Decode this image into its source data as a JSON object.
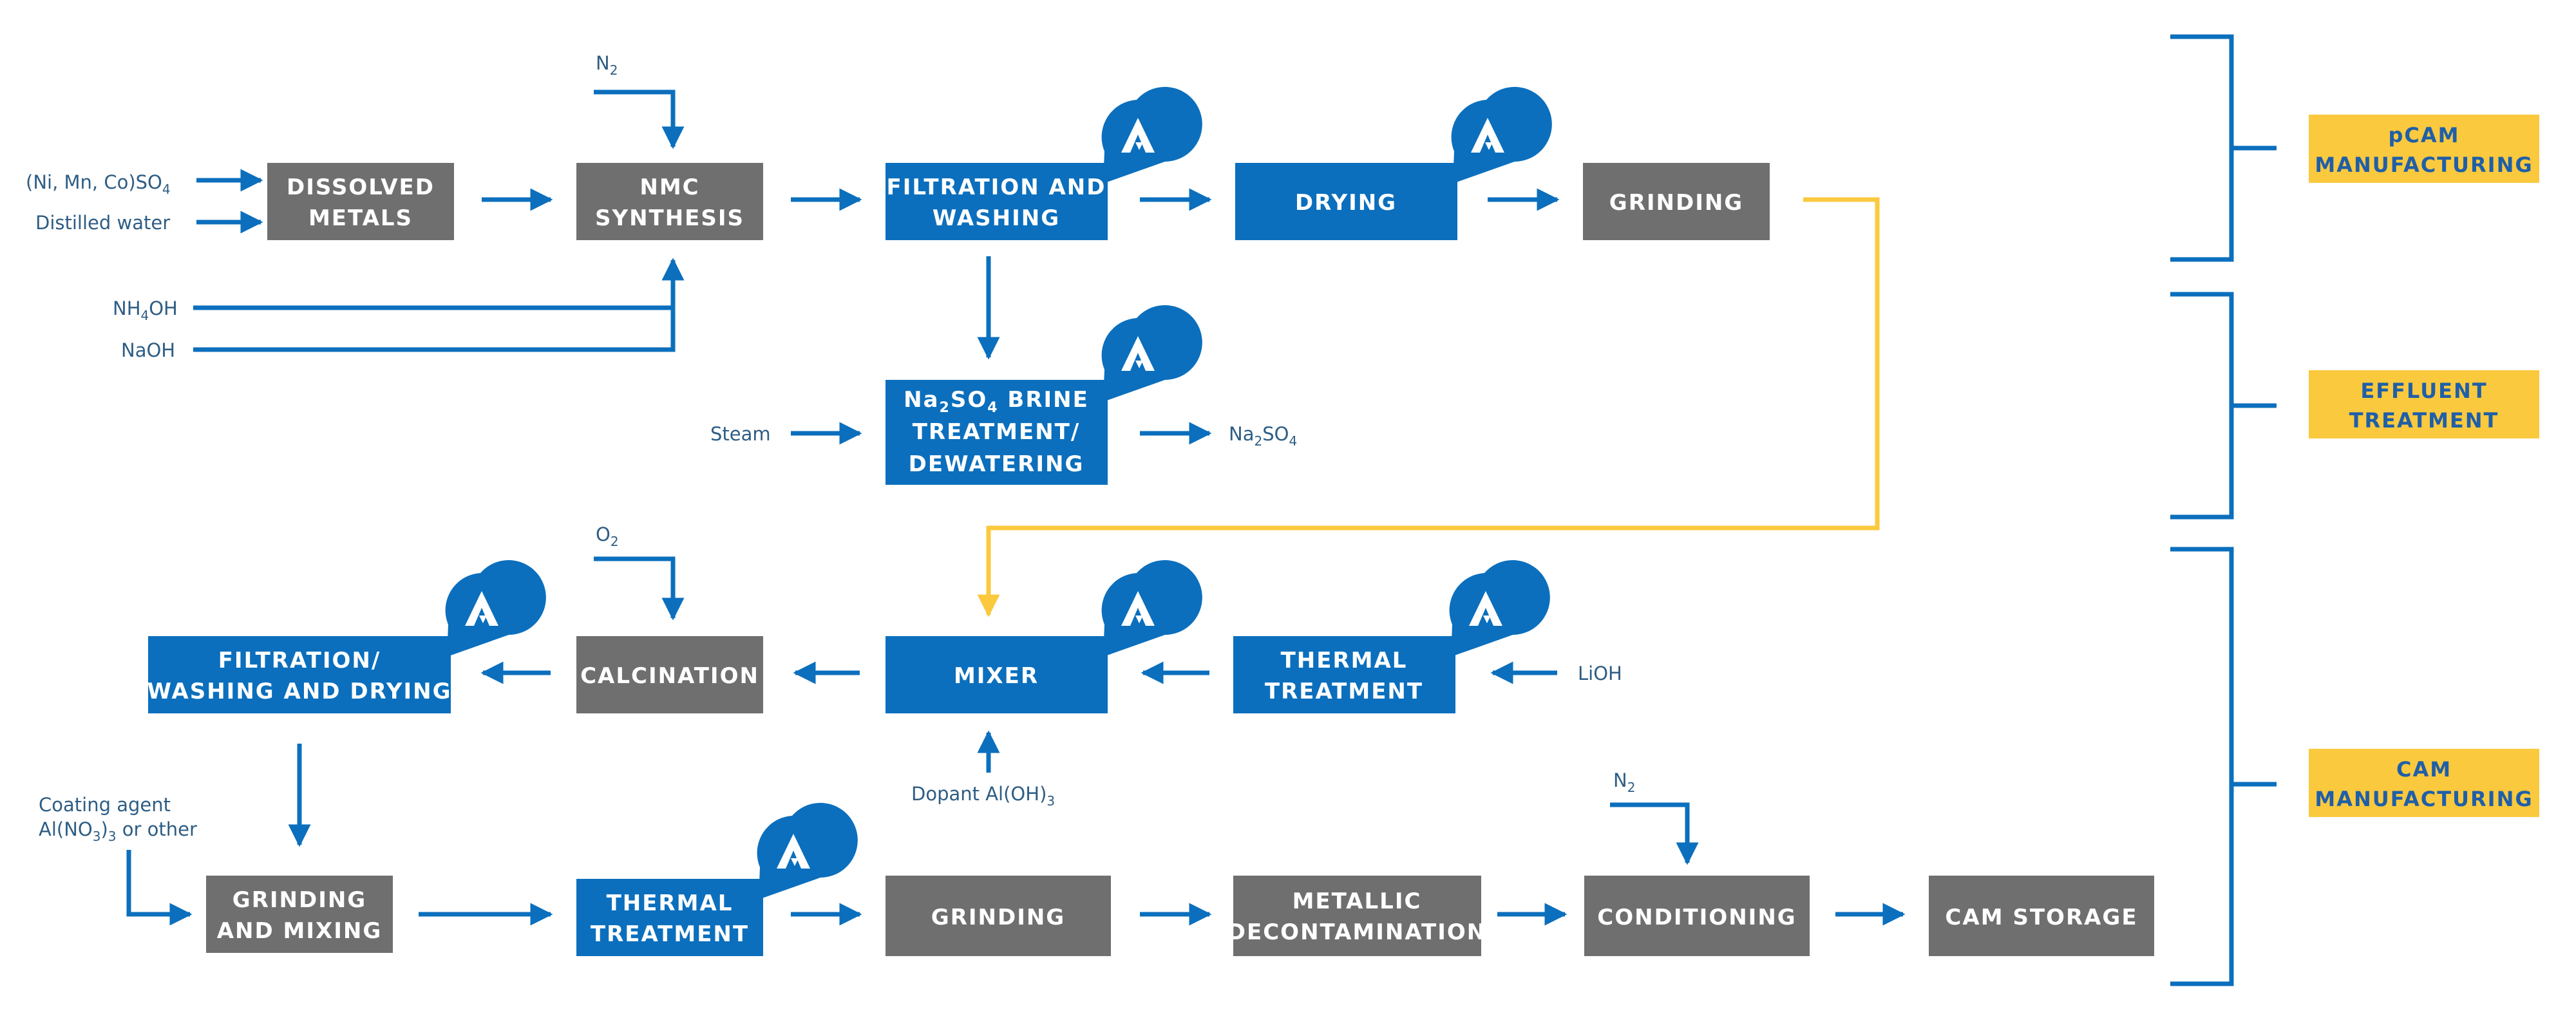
{
  "colors": {
    "blue": "#0b6fbd",
    "gray": "#6f6f6f",
    "yellow": "#fbc93e",
    "label": "#2e5d84",
    "section_text": "#1f5fa8"
  },
  "icon": "company-logo-icon",
  "boxes": {
    "dissolved_metals": [
      "DISSOLVED",
      "METALS"
    ],
    "nmc_synthesis": [
      "NMC",
      "SYNTHESIS"
    ],
    "filtration_washing": [
      "FILTRATION AND",
      "WASHING"
    ],
    "drying": [
      "DRYING"
    ],
    "grinding_top": [
      "GRINDING"
    ],
    "brine": [
      "BRINE",
      "TREATMENT/",
      "DEWATERING"
    ],
    "filtration_drying": [
      "FILTRATION/",
      "WASHING AND DRYING"
    ],
    "calcination": [
      "CALCINATION"
    ],
    "mixer": [
      "MIXER"
    ],
    "thermal_treatment_1": [
      "THERMAL",
      "TREATMENT"
    ],
    "grinding_mixing": [
      "GRINDING",
      "AND MIXING"
    ],
    "thermal_treatment_2": [
      "THERMAL",
      "TREATMENT"
    ],
    "grinding_bottom": [
      "GRINDING"
    ],
    "metallic_decon": [
      "METALLIC",
      "DECONTAMINATION"
    ],
    "conditioning": [
      "CONDITIONING"
    ],
    "cam_storage": [
      "CAM STORAGE"
    ]
  },
  "labels": {
    "sulfate_input": "(Ni, Mn, Co)SO",
    "distilled_water": "Distilled water",
    "nh4oh_a": "NH",
    "nh4oh_b": "OH",
    "naoh": "NaOH",
    "n2_top": "N",
    "steam": "Steam",
    "na2so4_out_a": "Na",
    "na2so4_out_b": "SO",
    "brine_na": "Na",
    "brine_so": "SO",
    "o2": "O",
    "lioh": "LiOH",
    "dopant": "Dopant Al(OH)",
    "coating_1": "Coating agent",
    "coating_2a": "Al(NO",
    "coating_2b": ")",
    "coating_2c": " or other",
    "n2_bottom": "N",
    "sub_2": "2",
    "sub_3": "3",
    "sub_4": "4"
  },
  "sections": {
    "pcam": [
      "pCAM",
      "MANUFACTURING"
    ],
    "effluent": [
      "EFFLUENT",
      "TREATMENT"
    ],
    "cam": [
      "CAM",
      "MANUFACTURING"
    ]
  }
}
